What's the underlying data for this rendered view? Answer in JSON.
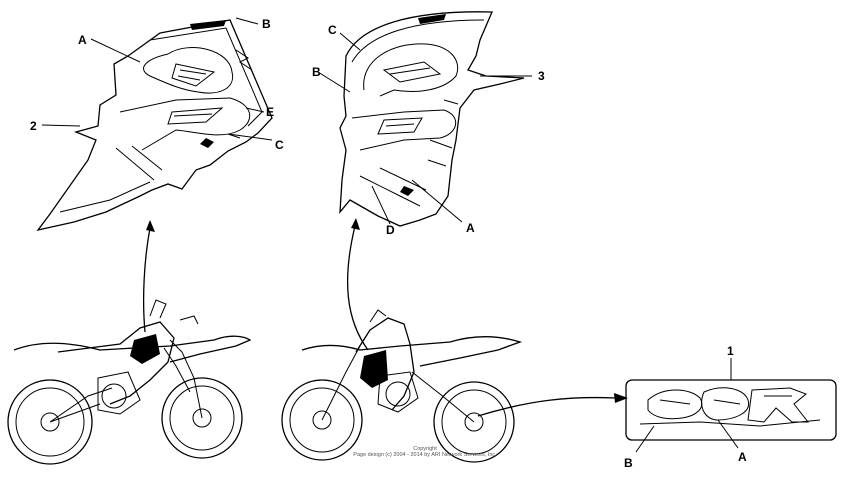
{
  "callouts": {
    "left_A": "A",
    "left_B": "B",
    "left_2": "2",
    "left_E": "E",
    "left_C": "C",
    "right_C": "C",
    "right_B": "B",
    "right_3": "3",
    "right_A": "A",
    "right_D": "D",
    "emblem_1": "1",
    "emblem_B": "B",
    "emblem_A": "A"
  },
  "copyright": {
    "line1": "Copyright",
    "line2": "Page design (c) 2004 - 2014 by ARI Network Services, Inc."
  },
  "icons": [
    "left-decal-icon",
    "right-decal-icon",
    "left-motorcycle-icon",
    "right-motorcycle-icon",
    "emblem-decal-icon"
  ]
}
